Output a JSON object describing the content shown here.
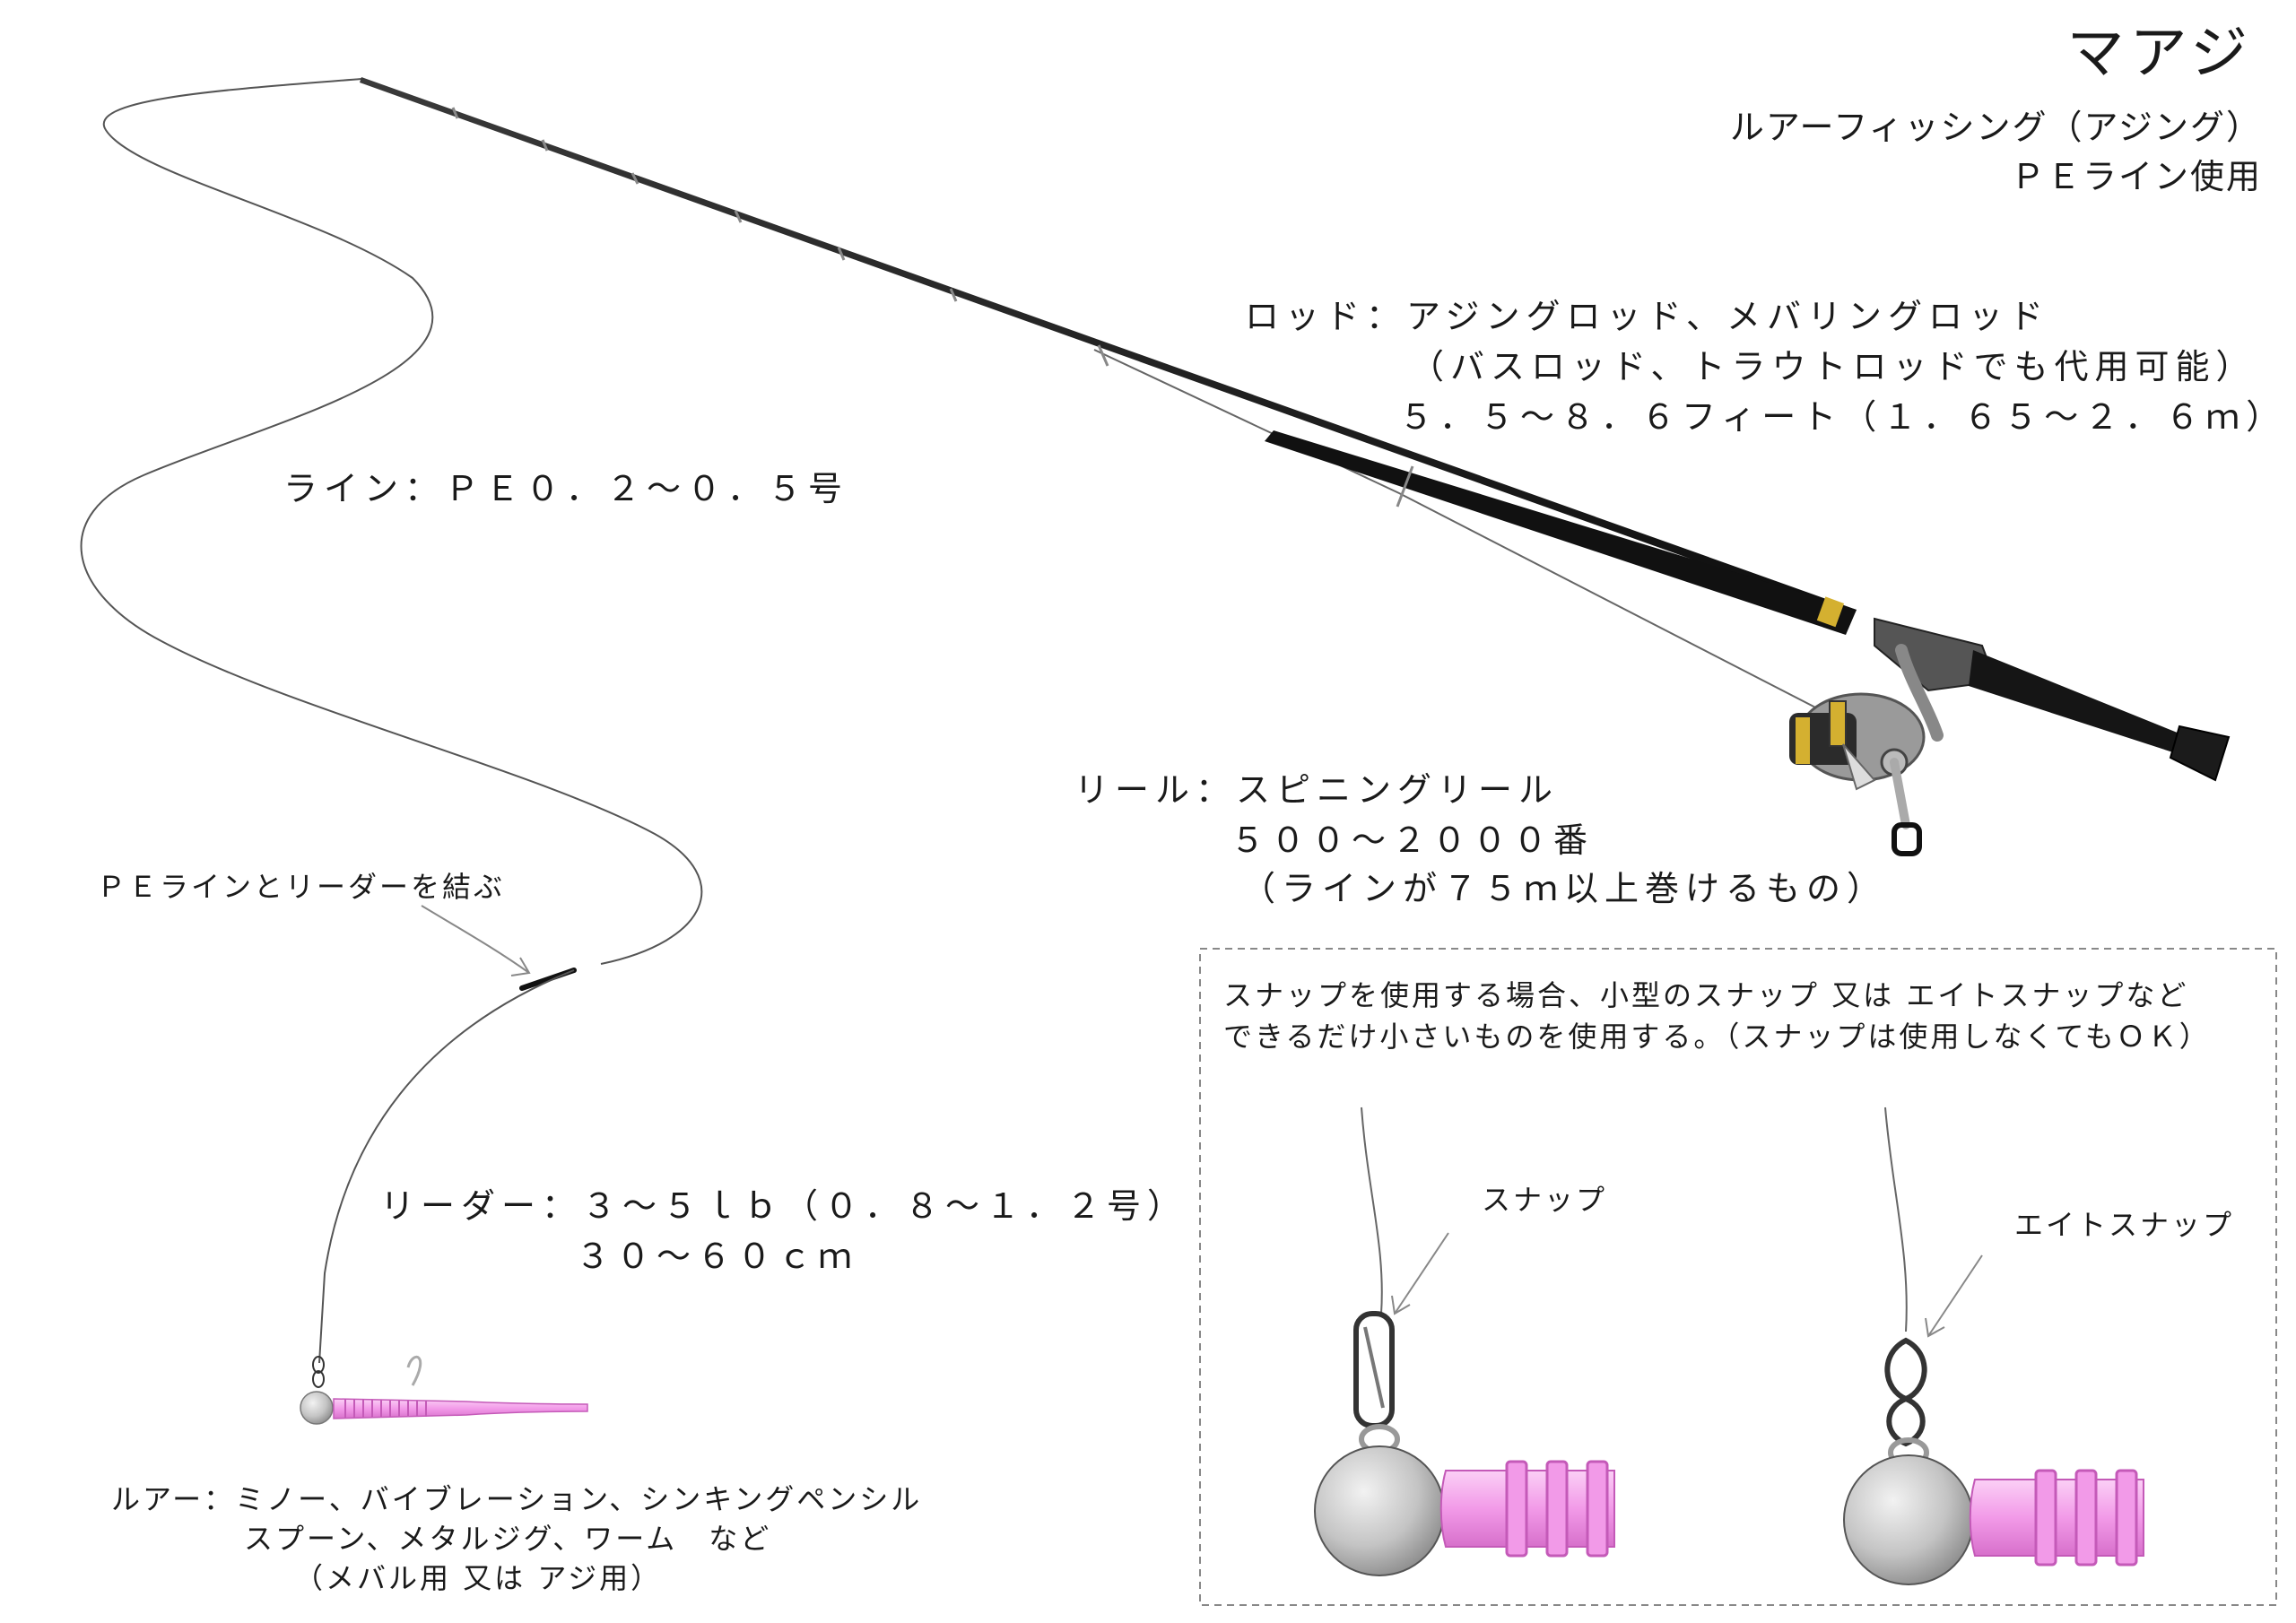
{
  "title": "マアジ",
  "subtitle_lines": [
    "ルアーフィッシング（アジング）",
    "ＰＥライン使用"
  ],
  "rod": {
    "lines": [
      "ロッド：アジングロッド、メバリングロッド",
      "（バスロッド、トラウトロッドでも代用可能）",
      "５．５～８．６フィート（１．６５～２．６ｍ）"
    ]
  },
  "line": {
    "text": "ライン：ＰＥ０．２～０．５号"
  },
  "reel": {
    "lines": [
      "リール：スピニングリール",
      "５００～２０００番",
      "（ラインが７５ｍ以上巻けるもの）"
    ]
  },
  "knot": {
    "text": "ＰＥラインとリーダーを結ぶ"
  },
  "leader": {
    "lines": [
      "リーダー：３～５ｌｂ（０．８～１．２号）",
      "３０～６０ｃｍ"
    ]
  },
  "lure": {
    "lines": [
      "ルアー：ミノー、バイブレーション、シンキングペンシル",
      "スプーン、メタルジグ、ワーム　など",
      "（メバル用 又は アジ用）"
    ]
  },
  "snap_box": {
    "lines": [
      "スナップを使用する場合、小型のスナップ 又は エイトスナップなど",
      "できるだけ小さいものを使用する。（スナップは使用しなくてもＯＫ）"
    ],
    "snap_label": "スナップ",
    "eight_snap_label": "エイトスナップ"
  },
  "colors": {
    "worm_pink": "#f29ae8",
    "rod_black": "#1c1c1c",
    "gold": "#d4b030",
    "sinker_gray": "#bdbdbd",
    "line_gray": "#555555"
  },
  "icons": [
    "fishing-rod-icon",
    "spinning-reel-icon",
    "jig-head-icon",
    "worm-icon",
    "snap-icon",
    "eight-snap-icon"
  ]
}
